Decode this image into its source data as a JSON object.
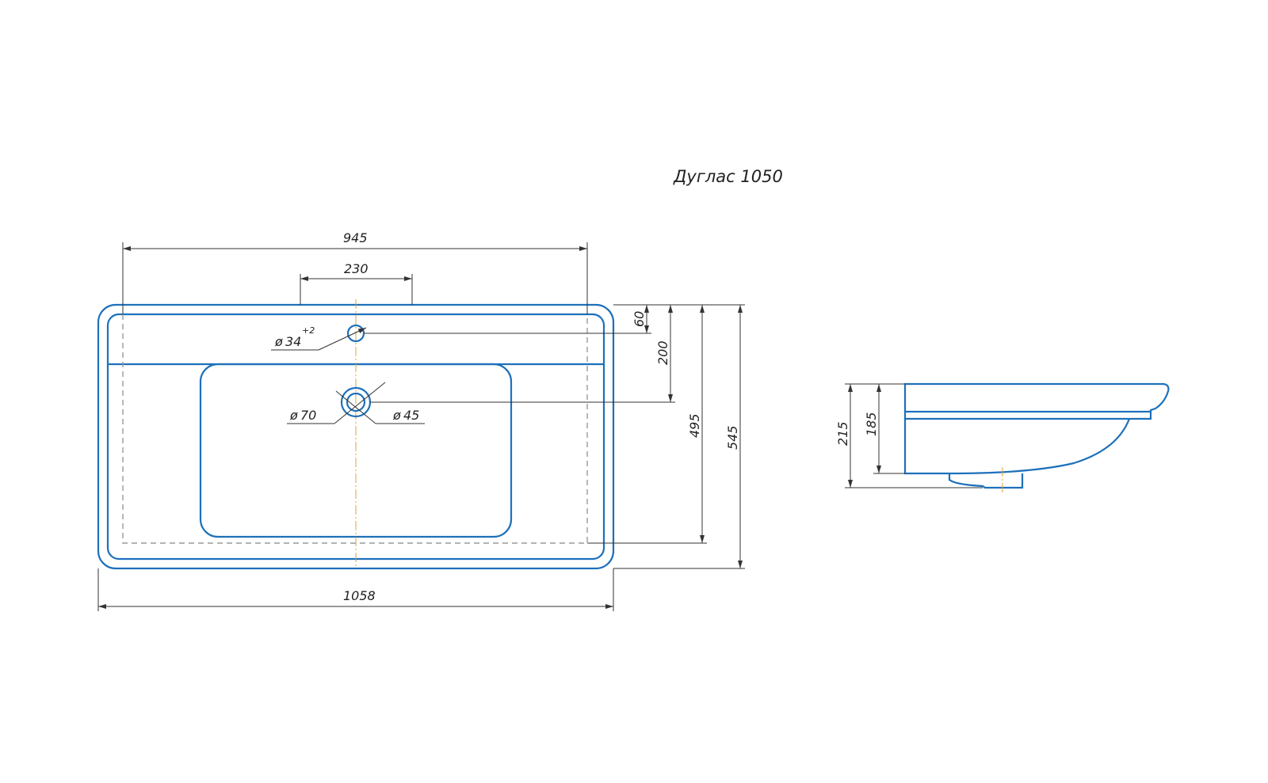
{
  "title": "Дуглас 1050",
  "colors": {
    "outline": "#1d70bb",
    "dimension": "#333333",
    "hidden_line": "#9a9a9a",
    "centerline": "#d9a441"
  },
  "top_view": {
    "dimensions": {
      "overall_width": "1058",
      "inner_width": "945",
      "faucet_span": "230",
      "faucet_hole_diameter": "34",
      "faucet_hole_tolerance": "+2",
      "drain_outer_diameter": "70",
      "drain_inner_diameter": "45",
      "deck_to_faucet": "60",
      "deck_to_drain": "200",
      "inner_depth": "495",
      "overall_depth": "545"
    }
  },
  "side_view": {
    "dimensions": {
      "overall_height": "215",
      "bowl_height": "185"
    }
  }
}
